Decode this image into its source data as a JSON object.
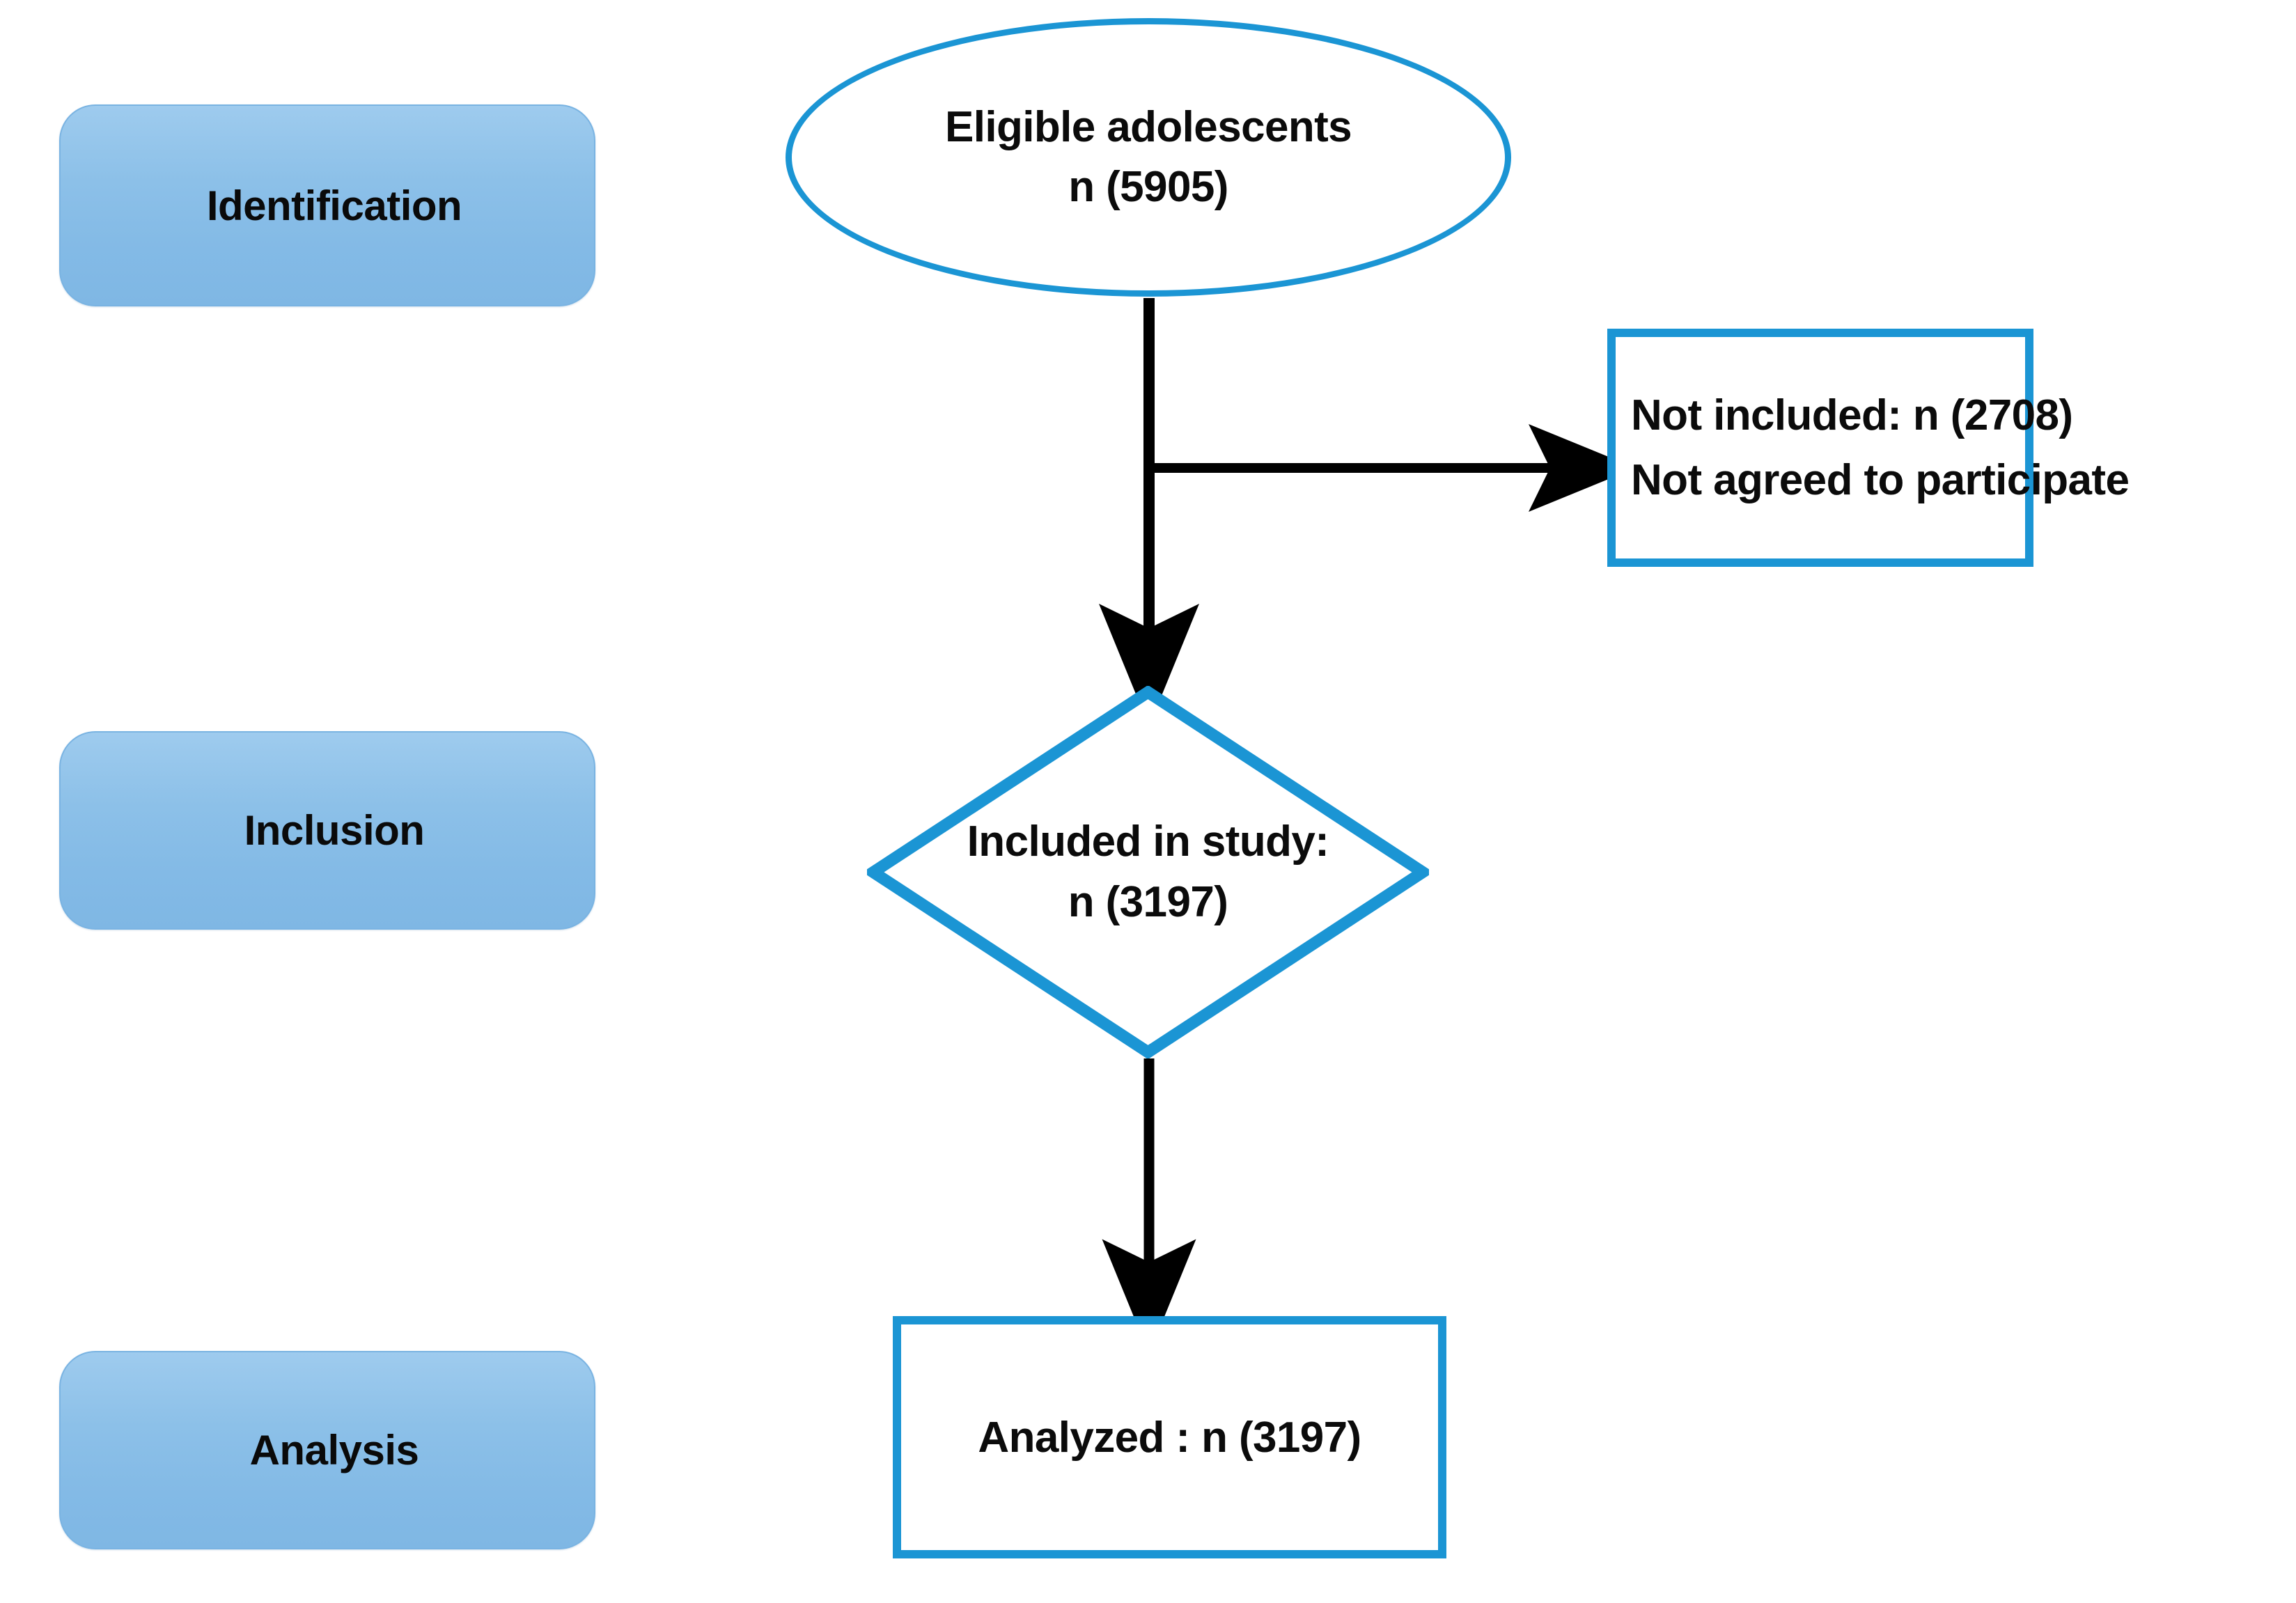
{
  "diagram": {
    "type": "study-flow-diagram",
    "accent_color": "#1B95D4",
    "stage_pill_color": "#8CC0E8",
    "connector_color": "#000000",
    "stages": [
      {
        "id": "identification",
        "label": "Identification"
      },
      {
        "id": "inclusion",
        "label": "Inclusion"
      },
      {
        "id": "analysis",
        "label": "Analysis"
      }
    ],
    "nodes": {
      "eligible": {
        "shape": "ellipse",
        "line1": "Eligible adolescents",
        "line2": "n (5905)",
        "count": 5905
      },
      "not_included": {
        "shape": "rectangle",
        "line1": "Not included: n (2708)",
        "line2": "Not agreed to participate",
        "count": 2708
      },
      "included": {
        "shape": "diamond",
        "line1": "Included in study:",
        "line2": "n (3197)",
        "count": 3197
      },
      "analyzed": {
        "shape": "rectangle",
        "line1": "Analyzed : n (3197)",
        "count": 3197
      }
    },
    "connectors": [
      {
        "id": "eligible-to-included",
        "from": "eligible",
        "to": "included",
        "direction": "down"
      },
      {
        "id": "eligible-to-not-included",
        "from": "eligible",
        "to": "not_included",
        "direction": "right"
      },
      {
        "id": "included-to-analyzed",
        "from": "included",
        "to": "analyzed",
        "direction": "down"
      }
    ]
  }
}
